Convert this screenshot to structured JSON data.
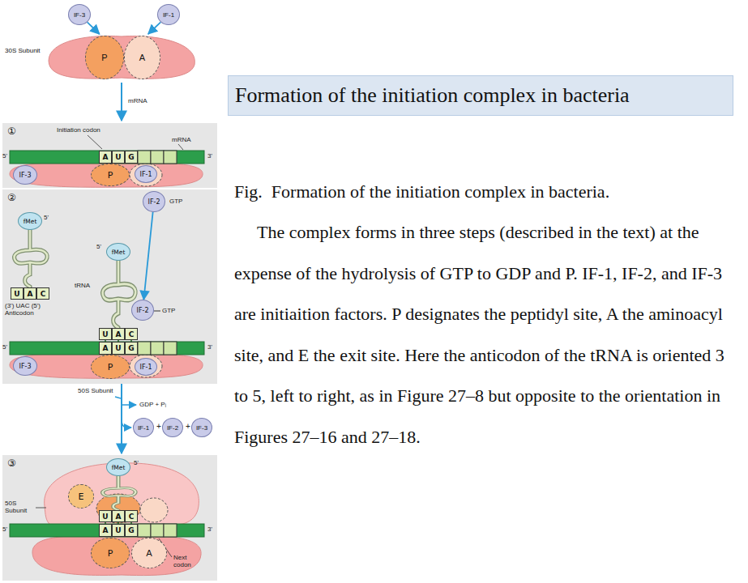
{
  "diagram": {
    "caption": "Fig.  Formation of the initiation complex in bacteria.",
    "nodes": [
      {
        "text": [
          "Formation of the initiation complex in bacteria"
        ]
      },
      {
        "text": [
          "IF-3"
        ]
      },
      {
        "text": [
          "IF-1"
        ]
      },
      {
        "text": [
          "30S Subunit"
        ]
      },
      {
        "text": [
          "P"
        ],
        "in": 3
      },
      {
        "text": [
          "A"
        ],
        "in": 3
      },
      {
        "text": [
          "①"
        ]
      },
      {
        "text": [
          "A"
        ],
        "in": 6
      },
      {
        "text": [
          "U"
        ],
        "in": 6
      },
      {
        "text": [
          "G"
        ],
        "in": 6
      },
      {
        "text": [
          "P"
        ],
        "in": 6
      },
      {
        "text": [
          "IF-3"
        ],
        "in": 6
      },
      {
        "text": [
          "IF-1"
        ],
        "in": 6
      },
      {
        "text": [
          "②"
        ]
      },
      {
        "text": [
          "IF-2"
        ],
        "in": 13
      },
      {
        "text": [
          "fMet"
        ],
        "in": 13
      },
      {
        "text": [
          "U"
        ],
        "in": 13
      },
      {
        "text": [
          "A"
        ],
        "in": 13
      },
      {
        "text": [
          "C"
        ],
        "in": 13
      },
      {
        "text": [
          "fMet"
        ],
        "in": 13
      },
      {
        "text": [
          "IF-2"
        ],
        "in": 13
      },
      {
        "text": [
          "U"
        ],
        "in": 13
      },
      {
        "text": [
          "A"
        ],
        "in": 13
      },
      {
        "text": [
          "C"
        ],
        "in": 13
      },
      {
        "text": [
          "A"
        ],
        "in": 13
      },
      {
        "text": [
          "U"
        ],
        "in": 13
      },
      {
        "text": [
          "G"
        ],
        "in": 13
      },
      {
        "text": [
          "P"
        ],
        "in": 13
      },
      {
        "text": [
          "IF-1"
        ],
        "in": 13
      },
      {
        "text": [
          "IF-3"
        ],
        "in": 13
      },
      {
        "text": [
          "IF-1"
        ]
      },
      {
        "text": [
          "IF-2"
        ]
      },
      {
        "text": [
          "IF-3"
        ]
      },
      {
        "text": [
          "③"
        ]
      },
      {
        "text": [
          "fMet"
        ],
        "in": 33
      },
      {
        "text": [
          "E"
        ],
        "in": 33
      },
      {
        "text": [
          "U"
        ],
        "in": 33
      },
      {
        "text": [
          "A"
        ],
        "in": 33
      },
      {
        "text": [
          "C"
        ],
        "in": 33
      },
      {
        "text": [
          "A"
        ],
        "in": 33
      },
      {
        "text": [
          "U"
        ],
        "in": 33
      },
      {
        "text": [
          "G"
        ],
        "in": 33
      },
      {
        "text": [
          "P"
        ],
        "in": 33
      },
      {
        "text": [
          "A"
        ],
        "in": 33
      }
    ],
    "edges": [
      {
        "from": 1,
        "to": 3,
        "arrow": "to"
      },
      {
        "from": 2,
        "to": 3,
        "arrow": "to"
      },
      {
        "from": 14,
        "to": 20,
        "arrow": "to"
      }
    ],
    "labels": [
      "mRNA",
      "Initiation codon",
      "mRNA",
      "5'",
      "3'",
      "GTP",
      "5'",
      "(3') UAC (5') Anticodon",
      "tRNA",
      "5'",
      "GTP",
      "5'",
      "3'",
      "50S Subunit",
      "GDP + Pᵢ",
      "+",
      "+",
      "5'",
      "50S Subunit",
      "Next codon",
      "5'",
      "3'",
      "The complex forms in three steps (described in the text) at the expense of the hydrolysis of GTP to GDP and P. IF-1, IF-2, and IF-3 are initiaition factors. P designates the peptidyl site, A the aminoacyl site, and E the exit site. Here the anticodon of the tRNA is oriented 3 to 5, left to right, as in Figure 27–8 but opposite to the orientation in Figures 27–16 and 27–18."
    ]
  }
}
